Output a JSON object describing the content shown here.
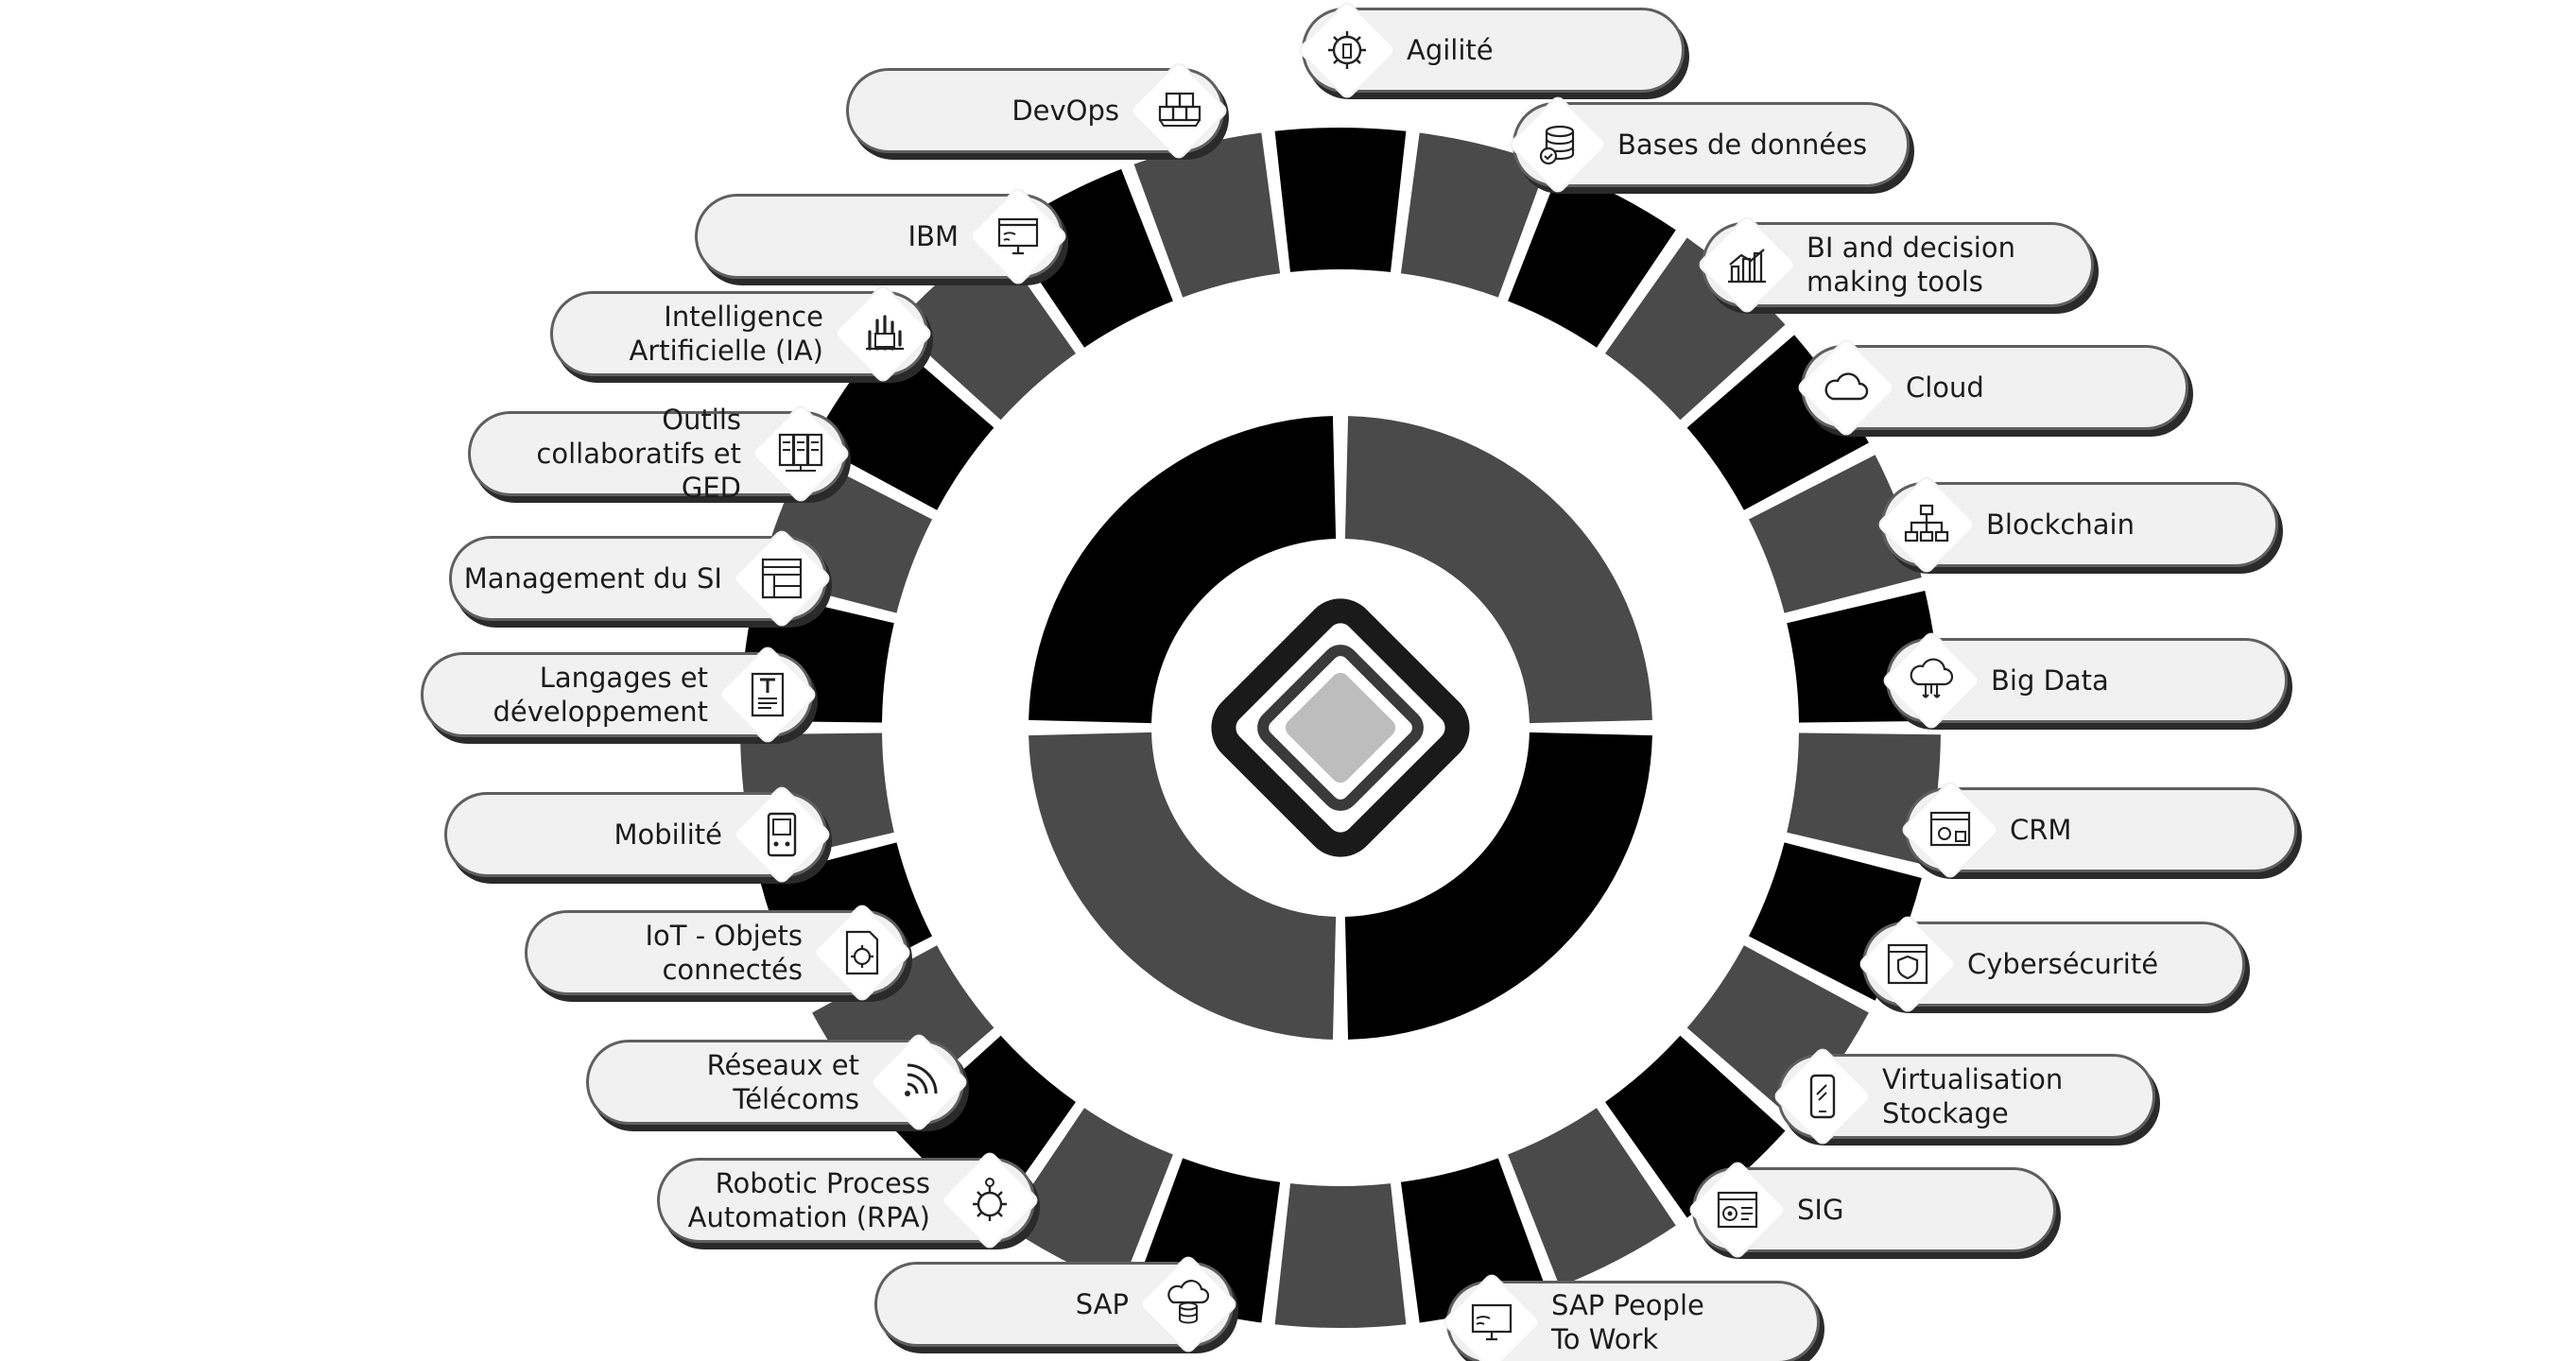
{
  "colors": {
    "dark": "#000000",
    "gray": "#4a4a4a",
    "light_gray": "#bdbdbd",
    "pill_bg": "#f1f1f1",
    "pill_border": "#5f5f5f"
  },
  "segments": [
    "dark",
    "gray",
    "dark",
    "gray",
    "dark",
    "gray",
    "dark",
    "gray",
    "dark",
    "gray",
    "dark",
    "gray",
    "dark",
    "gray",
    "dark",
    "gray",
    "dark",
    "gray",
    "dark",
    "gray",
    "dark",
    "gray",
    "dark",
    "gray",
    "dark",
    "gray"
  ],
  "categories": [
    {
      "id": "agilite",
      "label": "Agilité",
      "icon": "gear-wrench-icon"
    },
    {
      "id": "bases-de-donnees",
      "label": "Bases de données",
      "icon": "database-icon"
    },
    {
      "id": "bi",
      "label": "BI and decision\nmaking tools",
      "icon": "bar-chart-icon"
    },
    {
      "id": "cloud",
      "label": "Cloud",
      "icon": "cloud-icon"
    },
    {
      "id": "blockchain",
      "label": "Blockchain",
      "icon": "network-tree-icon"
    },
    {
      "id": "big-data",
      "label": "Big Data",
      "icon": "cloud-data-icon"
    },
    {
      "id": "crm",
      "label": "CRM",
      "icon": "web-settings-icon"
    },
    {
      "id": "cybersecurite",
      "label": "Cybersécurité",
      "icon": "shield-window-icon"
    },
    {
      "id": "virtualisation",
      "label": "Virtualisation\nStockage",
      "icon": "smartphone-icon"
    },
    {
      "id": "sig",
      "label": "SIG",
      "icon": "browser-gear-icon"
    },
    {
      "id": "sap-people",
      "label": "SAP People\nTo Work",
      "icon": "monitor-wireless-icon"
    },
    {
      "id": "sap",
      "label": "SAP",
      "icon": "cloud-database-icon"
    },
    {
      "id": "rpa",
      "label": "Robotic Process\nAutomation (RPA)",
      "icon": "robot-gear-icon"
    },
    {
      "id": "reseaux",
      "label": "Réseaux et\nTélécoms",
      "icon": "wireless-icon"
    },
    {
      "id": "iot",
      "label": "IoT - Objets\nconnectés",
      "icon": "document-gear-icon"
    },
    {
      "id": "mobilite",
      "label": "Mobilité",
      "icon": "handheld-device-icon"
    },
    {
      "id": "langages",
      "label": "Langages et\ndéveloppement",
      "icon": "text-document-icon"
    },
    {
      "id": "management-si",
      "label": "Management du SI",
      "icon": "layout-window-icon"
    },
    {
      "id": "outils-collab",
      "label": "Outils\ncollaboratifs et GED",
      "icon": "server-rack-icon"
    },
    {
      "id": "ia",
      "label": "Intelligence\nArtificielle (IA)",
      "icon": "robot-hand-icon"
    },
    {
      "id": "ibm",
      "label": "IBM",
      "icon": "monitor-icon"
    },
    {
      "id": "devops",
      "label": "DevOps",
      "icon": "cubes-icon"
    }
  ]
}
